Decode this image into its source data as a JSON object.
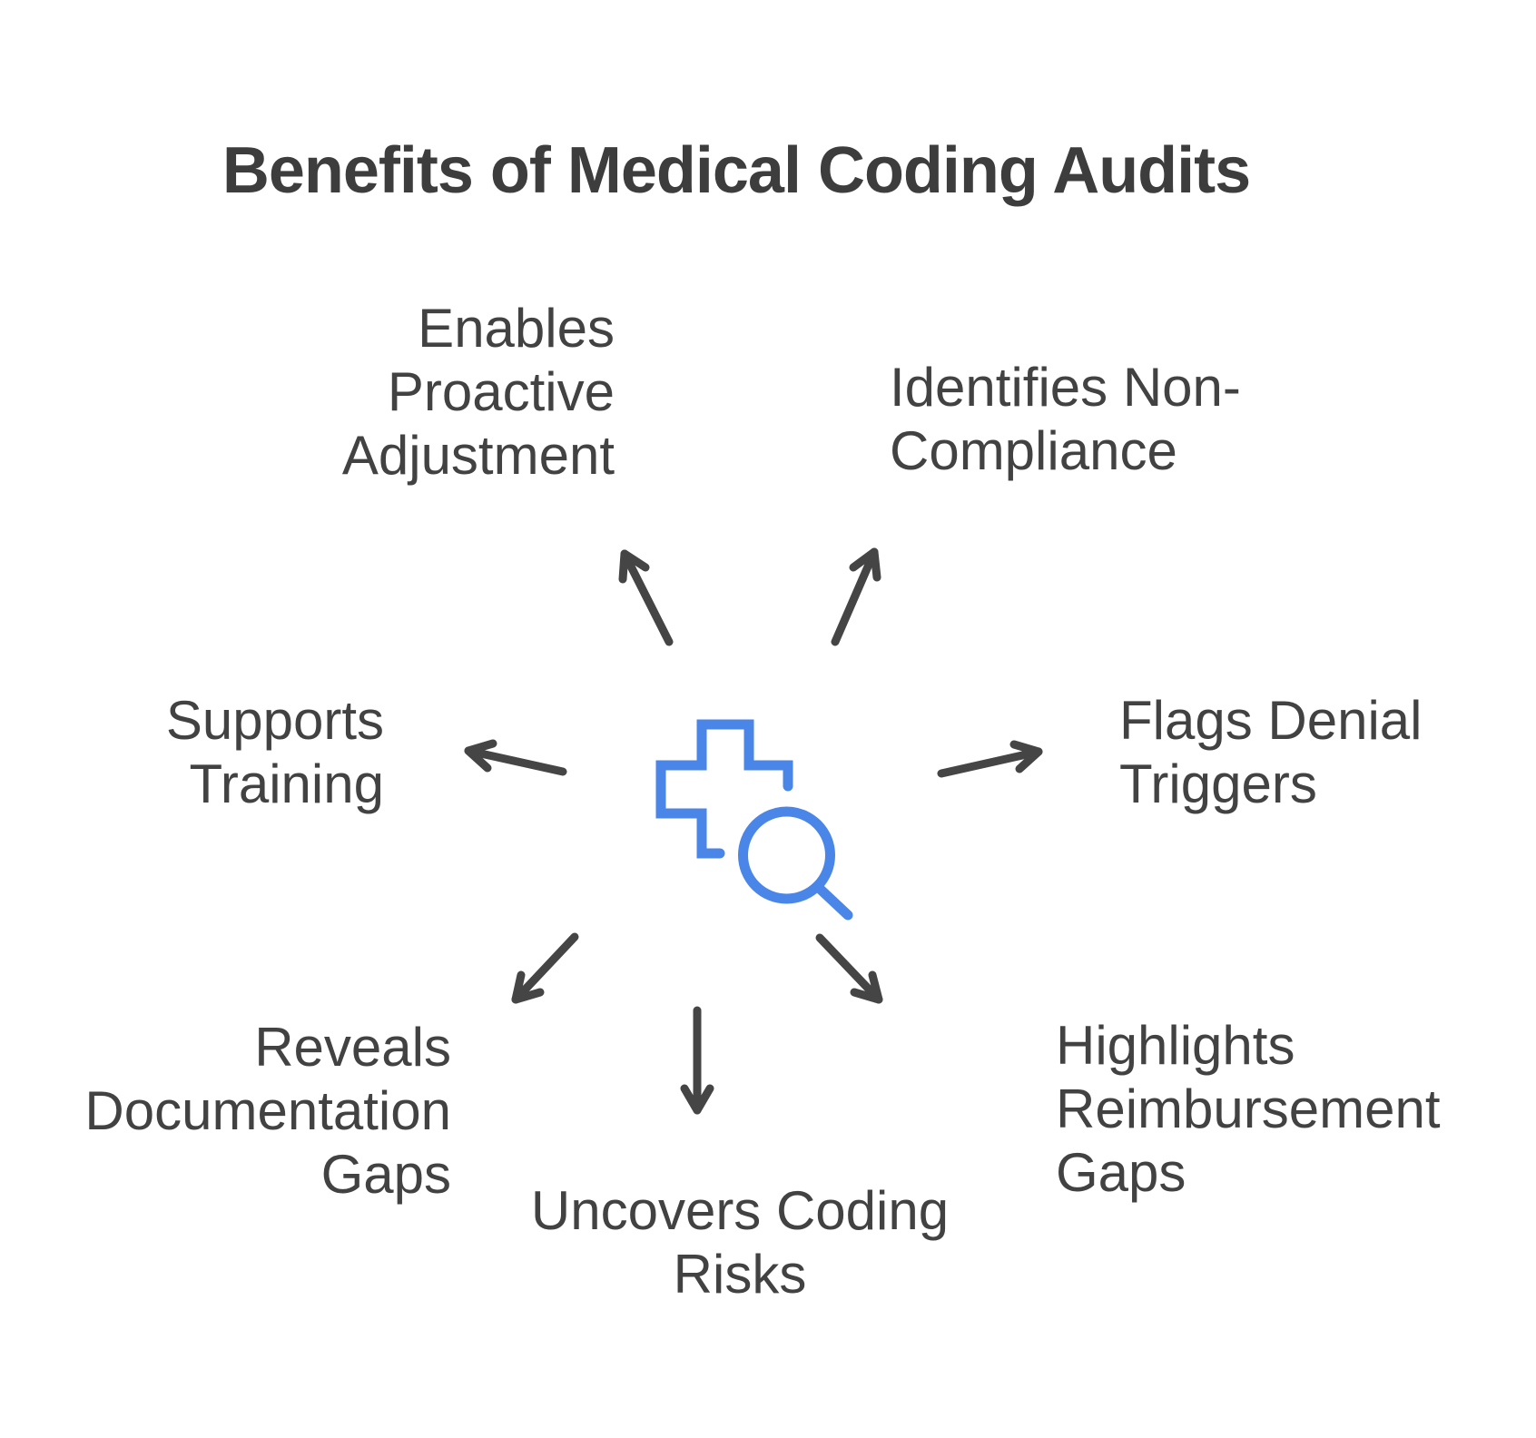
{
  "title": "Benefits of Medical Coding Audits",
  "colors": {
    "accent_blue": "#4a86e8",
    "title_text": "#3d3d3d",
    "label_text": "#424242",
    "arrow": "#454545"
  },
  "center_icon": {
    "name": "medical-cross-magnifier-icon",
    "description": "outlined blue medical cross with magnifying glass"
  },
  "labels": [
    {
      "id": "enables-proactive-adjustment",
      "lines": [
        "Enables",
        "Proactive",
        "Adjustment"
      ]
    },
    {
      "id": "identifies-non-compliance",
      "lines": [
        "Identifies Non-",
        "Compliance"
      ]
    },
    {
      "id": "supports-training",
      "lines": [
        "Supports",
        "Training"
      ]
    },
    {
      "id": "flags-denial-triggers",
      "lines": [
        "Flags Denial",
        "Triggers"
      ]
    },
    {
      "id": "reveals-documentation-gaps",
      "lines": [
        "Reveals",
        "Documentation",
        "Gaps"
      ]
    },
    {
      "id": "uncovers-coding-risks",
      "lines": [
        "Uncovers Coding",
        "Risks"
      ]
    },
    {
      "id": "highlights-reimbursement-gaps",
      "lines": [
        "Highlights",
        "Reimbursement",
        "Gaps"
      ]
    }
  ]
}
